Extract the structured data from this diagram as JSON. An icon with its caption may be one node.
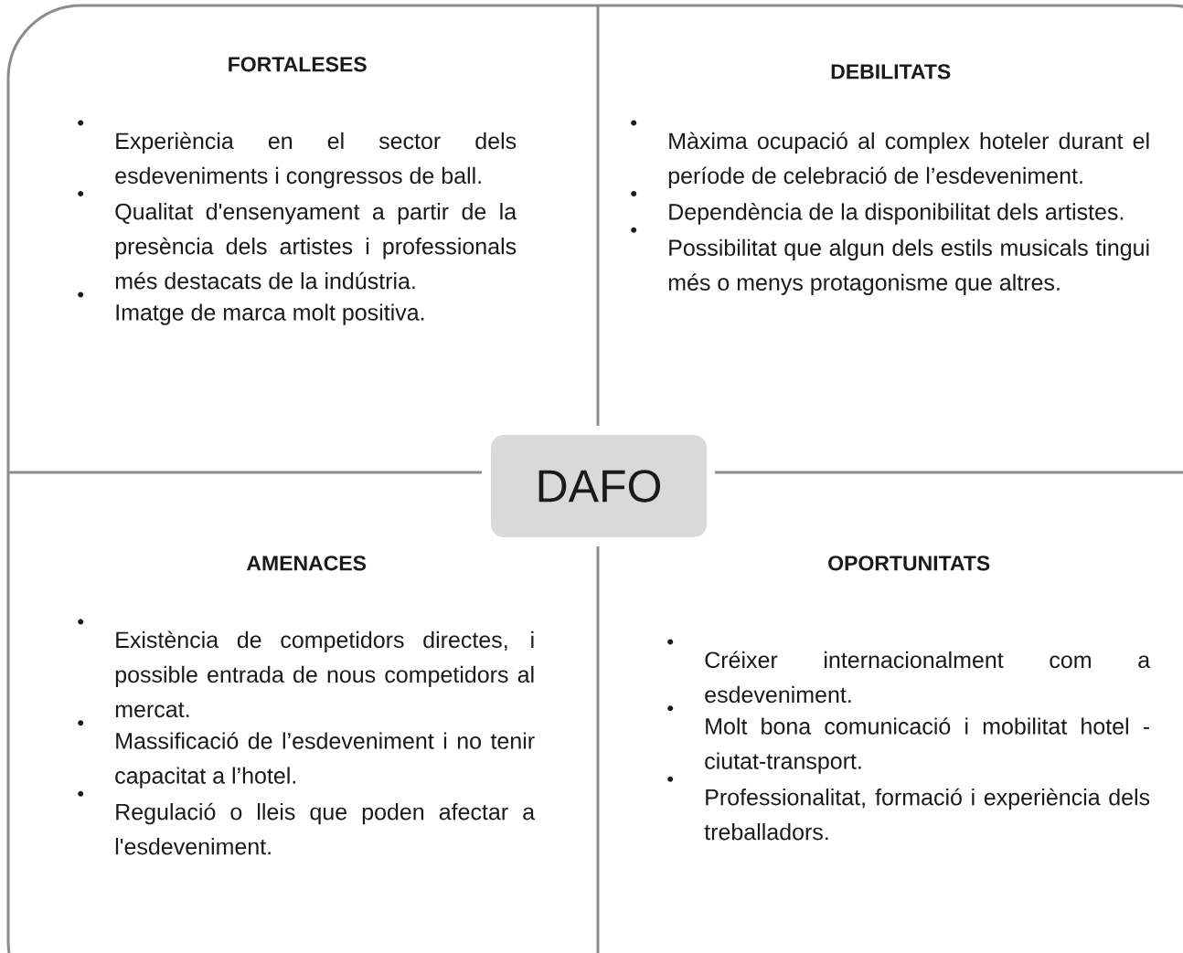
{
  "diagram": {
    "nodes": [
      {
        "text": [
          "FORTALESES",
          "Experiència en el sector dels esdeveniments i congressos de ball.",
          "Qualitat d'ensenyament a partir de la presència dels artistes i professionals més destacats de la indústria.",
          "Imatge de marca molt positiva."
        ]
      },
      {
        "text": [
          "DEBILITATS",
          "Màxima ocupació al complex hoteler durant el període de celebració de l’esdeveniment.",
          "Dependència de la disponibilitat dels artistes.",
          "Possibilitat que algun dels estils musicals tingui més o menys protagonisme que altres."
        ]
      },
      {
        "text": [
          "DAFO"
        ]
      },
      {
        "text": [
          "AMENACES",
          "Existència de competidors directes, i possible entrada de nous competidors al mercat.",
          "Massificació de l’esdeveniment i no tenir capacitat a l’hotel.",
          "Regulació o lleis que poden afectar a l'esdeveniment."
        ]
      },
      {
        "text": [
          "OPORTUNITATS",
          "Créixer internacionalment com a esdeveniment.",
          "Molt bona comunicació i mobilitat hotel -ciutat-transport.",
          "Professionalitat, formació i experiència dels treballadors."
        ]
      }
    ]
  }
}
